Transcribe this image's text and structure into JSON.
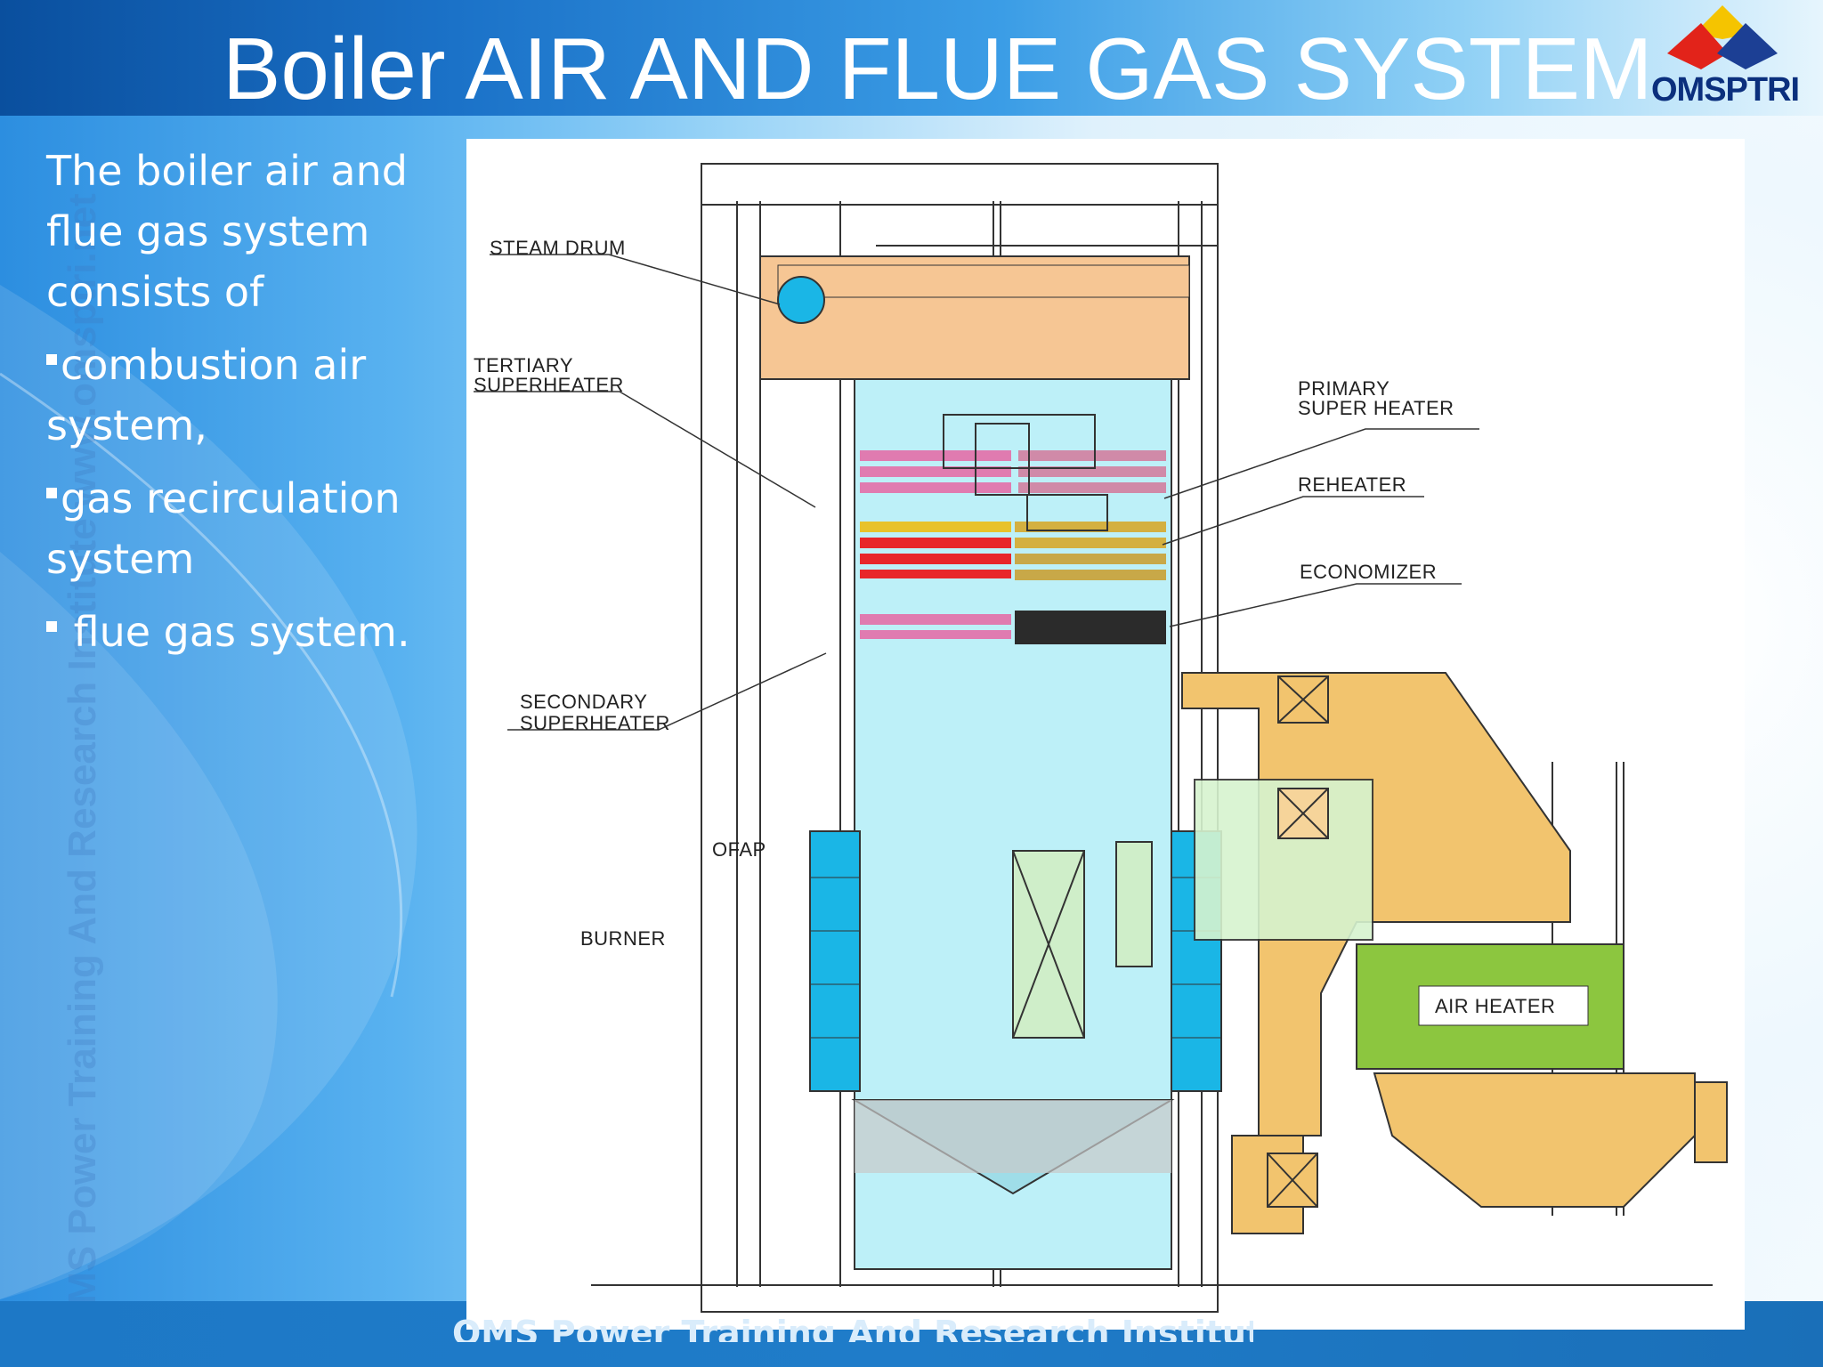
{
  "slide": {
    "title": "Boiler AIR AND FLUE GAS SYSTEM",
    "logo_text": "OMSPTRI",
    "watermark": "OMS Power Training And Research Institute www.omsptri.net",
    "footer": "OMS Power Training And Research Institute"
  },
  "body": {
    "intro": "The boiler air and flue gas system consists of",
    "bullets": [
      "combustion air system,",
      "gas recirculation system",
      " flue gas system."
    ]
  },
  "diagram": {
    "labels": {
      "steam_drum": "STEAM DRUM",
      "tertiary_1": "TERTIARY",
      "tertiary_2": "SUPERHEATER",
      "primary_1": "PRIMARY",
      "primary_2": "SUPER HEATER",
      "reheater": "REHEATER",
      "economizer": "ECONOMIZER",
      "secondary_1": "SECONDARY",
      "secondary_2": "SUPERHEATER",
      "ofap": "OFAP",
      "burner": "BURNER",
      "air_heater": "AIR HEATER"
    }
  },
  "colors": {
    "furnace": "#bdf0f8",
    "burner_windbox": "#1ab6e6",
    "ducting": "#f2c46e",
    "air_heater": "#8cc63f",
    "pink_coils": "#e07bb0",
    "red_coils": "#e8262a",
    "yellow_coils": "#e8c22a"
  }
}
